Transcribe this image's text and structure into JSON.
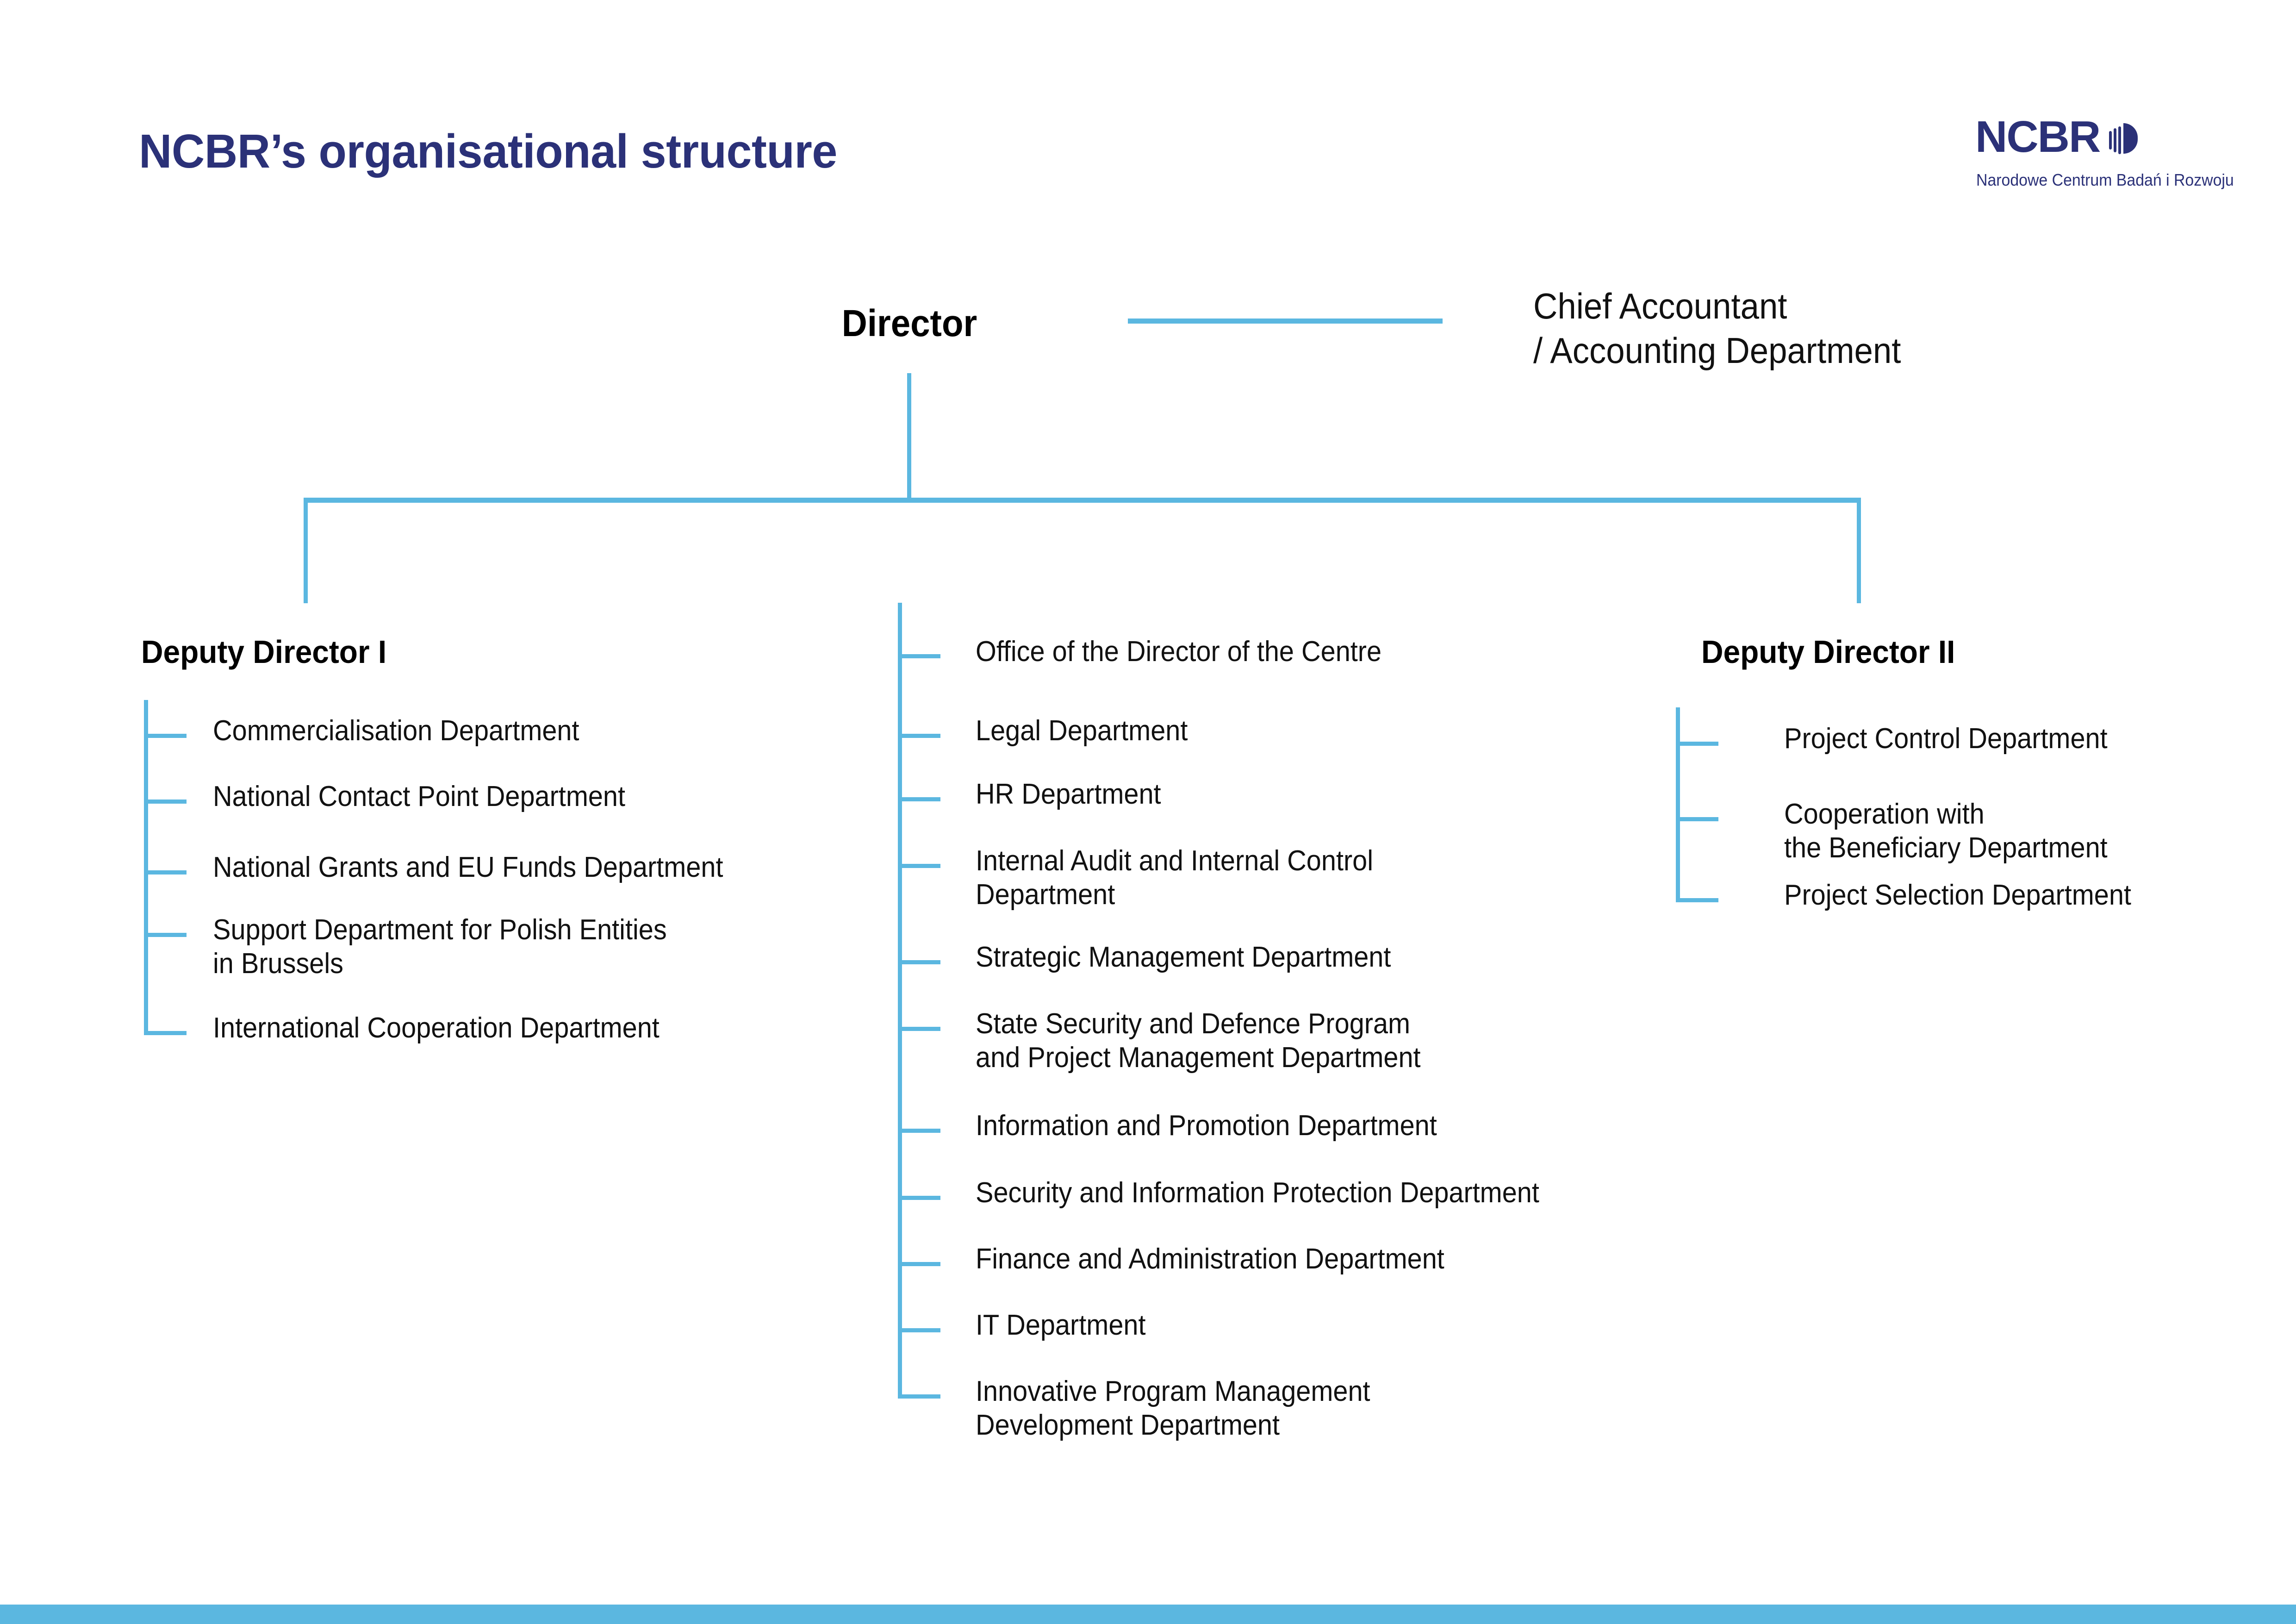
{
  "page": {
    "title": "NCBR’s organisational structure",
    "accent_blue": "#5BB7E0",
    "brand_navy": "#2B3178",
    "text_black": "#111111",
    "background": "#ffffff"
  },
  "logo": {
    "wordmark": "NCBR",
    "subtitle": "Narodowe Centrum Badań i Rozwoju",
    "mark_icon": "ncbr-striped-circle-icon"
  },
  "top": {
    "director": "Director",
    "chief_accountant_line1": "Chief Accountant",
    "chief_accountant_line2": "/ Accounting Department"
  },
  "columns": {
    "left": {
      "heading": "Deputy Director I",
      "items": [
        "Commercialisation Department",
        "National Contact Point Department",
        "National Grants and EU Funds Department",
        "Support Department for Polish Entities\nin Brussels",
        "International Cooperation Department"
      ]
    },
    "center": {
      "heading": "",
      "items": [
        "Office of the Director of the Centre",
        "Legal Department",
        "HR Department",
        "Internal Audit and Internal Control\nDepartment",
        "Strategic Management Department",
        "State Security and Defence Program\nand Project Management Department",
        "Information and Promotion Department",
        "Security and Information Protection Department",
        "Finance and Administration Department",
        "IT Department",
        "Innovative Program Management\nDevelopment Department"
      ]
    },
    "right": {
      "heading": "Deputy Director II",
      "items": [
        "Project Control Department",
        "Cooperation with\nthe Beneficiary Department",
        "Project Selection Department"
      ]
    }
  }
}
